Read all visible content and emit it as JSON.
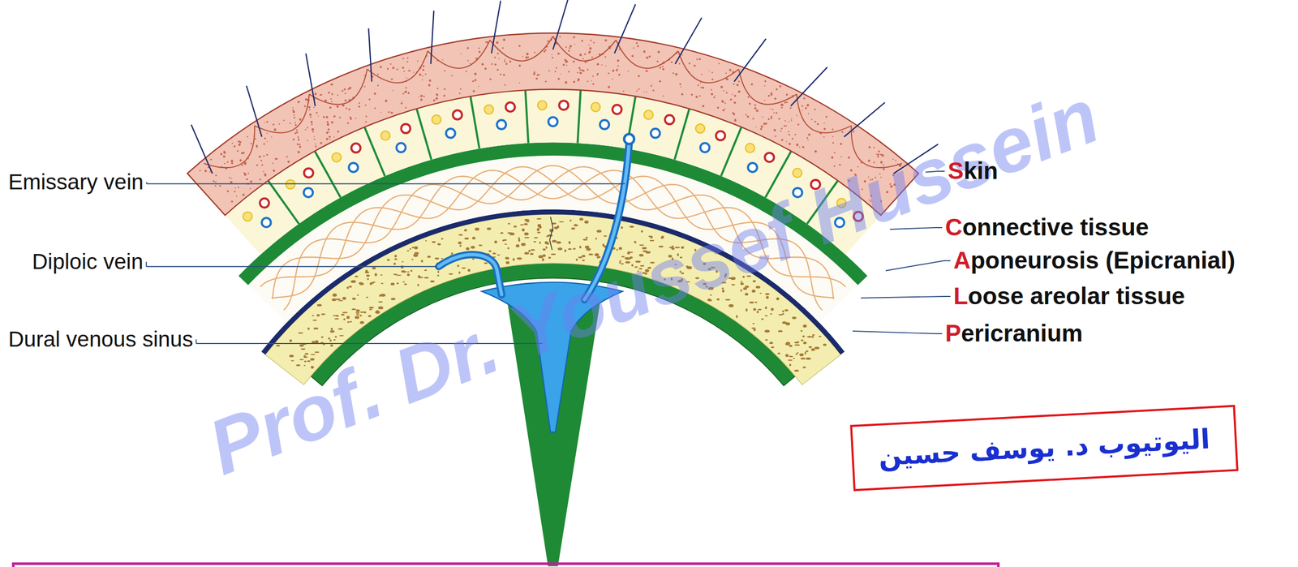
{
  "diagram": {
    "nodes": [
      {
        "text": [
          "اليوتيوب د. يوسف حسين"
        ]
      }
    ],
    "labels": [
      "Emissary vein",
      "Diploic vein",
      "Dural venous sinus",
      "Skin",
      "Connective tissue",
      "Aponeurosis (Epicranial)",
      "Loose areolar tissue",
      "Pericranium",
      "Prof. Dr. Youssef Hussein"
    ]
  }
}
